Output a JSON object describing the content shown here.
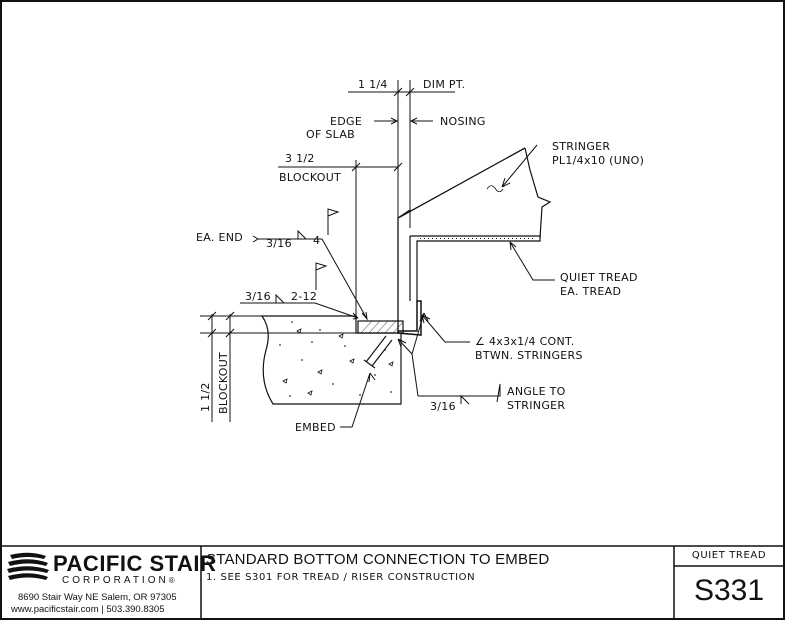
{
  "drawing": {
    "labels": {
      "dim_1_1_4": "1 1/4",
      "dim_pt": "DIM PT.",
      "edge_of_slab_1": "EDGE",
      "edge_of_slab_2": "OF SLAB",
      "nosing": "NOSING",
      "dim_3_1_2": "3 1/2",
      "blockout_top": "BLOCKOUT",
      "stringer_1": "STRINGER",
      "stringer_2": "PL1/4x10 (UNO)",
      "ea_end": "EA. END",
      "weld_3_16_a": "3/16",
      "weld_4": "4",
      "weld_3_16_b": "3/16",
      "weld_2_12": "2-12",
      "quiet_tread_1": "QUIET TREAD",
      "quiet_tread_2": "EA. TREAD",
      "angle_1": "∠ 4x3x1/4 CONT.",
      "angle_2": "BTWN. STRINGERS",
      "blockout_side": "BLOCKOUT",
      "dim_1_1_2": "1 1/2",
      "weld_3_16_c": "3/16",
      "angle_to_1": "ANGLE TO",
      "angle_to_2": "STRINGER",
      "embed": "EMBED"
    }
  },
  "title_block": {
    "company_name": "PACIFIC STAIR",
    "company_sub": "CORPORATION",
    "registered": "®",
    "address": "8690 Stair Way NE Salem, OR 97305",
    "contact": "www.pacificstair.com  |  503.390.8305",
    "title": "STANDARD BOTTOM CONNECTION TO EMBED",
    "note": "1.  SEE S301 FOR TREAD / RISER CONSTRUCTION",
    "category": "QUIET TREAD",
    "sheet_number": "S331"
  }
}
